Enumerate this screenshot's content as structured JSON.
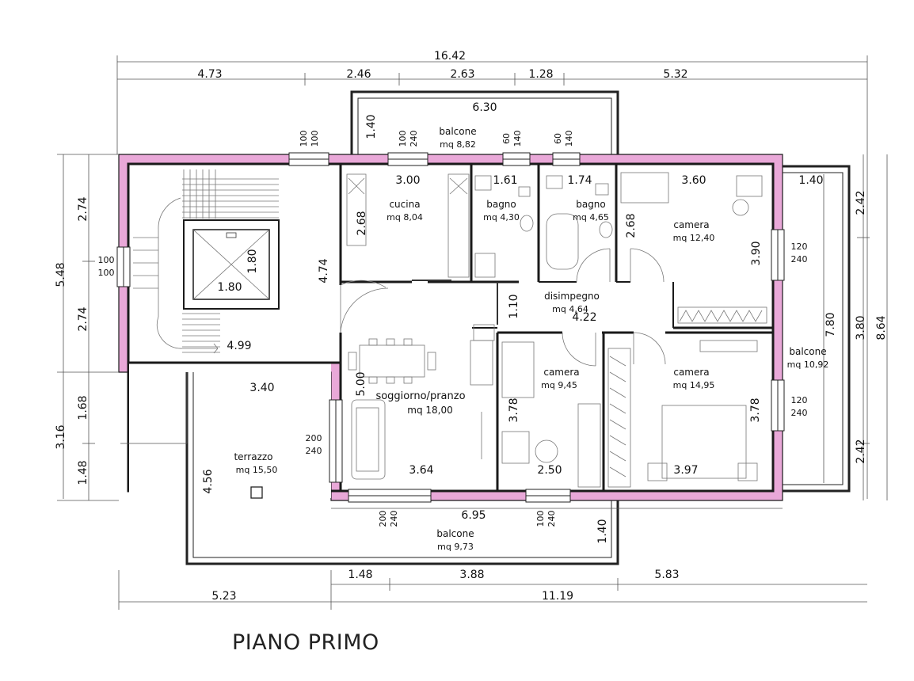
{
  "title": "PIANO PRIMO",
  "rooms": {
    "cucina": {
      "name": "cucina",
      "area": "mq 8,04"
    },
    "bagno1": {
      "name": "bagno",
      "area": "mq 4,30"
    },
    "bagno2": {
      "name": "bagno",
      "area": "mq 4,65"
    },
    "camera1": {
      "name": "camera",
      "area": "mq 12,40"
    },
    "disimpegno": {
      "name": "disimpegno",
      "area": "mq 4,64"
    },
    "soggiorno": {
      "name": "soggiorno/pranzo",
      "area": "mq 18,00"
    },
    "camera2": {
      "name": "camera",
      "area": "mq 9,45"
    },
    "camera3": {
      "name": "camera",
      "area": "mq 14,95"
    },
    "balcone_top": {
      "name": "balcone",
      "area": "mq 8,82"
    },
    "balcone_right": {
      "name": "balcone",
      "area": "mq 10,92"
    },
    "balcone_bottom": {
      "name": "balcone",
      "area": "mq 9,73"
    },
    "terrazzo": {
      "name": "terrazzo",
      "area": "mq 15,50"
    }
  },
  "dims": {
    "overall_top": "16.42",
    "top_4_73": "4.73",
    "top_2_46": "2.46",
    "top_2_63": "2.63",
    "top_1_28": "1.28",
    "top_5_32": "5.32",
    "balc_top_w": "6.30",
    "balc_top_d": "1.40",
    "cucina_w": "3.00",
    "cucina_h": "2.68",
    "bagno1_w": "1.61",
    "bagno2_w": "1.74",
    "bagno2_h": "2.68",
    "camera1_w": "3.60",
    "camera1_h": "3.90",
    "right_balc_w": "1.40",
    "stair_h": "4.74",
    "lift_w": "1.80",
    "lift_h": "1.80",
    "stair_w": "4.99",
    "dis_w": "4.22",
    "dis_h": "1.10",
    "terr_w": "3.40",
    "sogg_h": "5.00",
    "sogg_w": "3.64",
    "cam2_h": "3.78",
    "cam2_w": "2.50",
    "cam3_h": "3.78",
    "cam3_w": "3.97",
    "balc_bot_w": "6.95",
    "balc_bot_d": "1.40",
    "terr_h": "4.56",
    "left_5_48": "5.48",
    "left_2_74a": "2.74",
    "left_2_74b": "2.74",
    "left_3_16": "3.16",
    "left_1_68": "1.68",
    "left_1_48": "1.48",
    "right_2_42a": "2.42",
    "right_7_80": "7.80",
    "right_3_80": "3.80",
    "right_8_64": "8.64",
    "right_2_42b": "2.42",
    "bot_1_48": "1.48",
    "bot_3_88": "3.88",
    "bot_5_83": "5.83",
    "bot_5_23": "5.23",
    "bot_11_19": "11.19"
  },
  "windows": {
    "w_top1": {
      "a": "100",
      "b": "100"
    },
    "w_top2": {
      "a": "100",
      "b": "240"
    },
    "w_top3": {
      "a": "60",
      "b": "140"
    },
    "w_top4": {
      "a": "60",
      "b": "140"
    },
    "w_left": {
      "a": "100",
      "b": "100"
    },
    "w_right1": {
      "a": "120",
      "b": "240"
    },
    "w_right2": {
      "a": "120",
      "b": "240"
    },
    "w_sogg": {
      "a": "200",
      "b": "240"
    },
    "w_bot1": {
      "a": "200",
      "b": "240"
    },
    "w_bot2": {
      "a": "100",
      "b": "240"
    }
  }
}
